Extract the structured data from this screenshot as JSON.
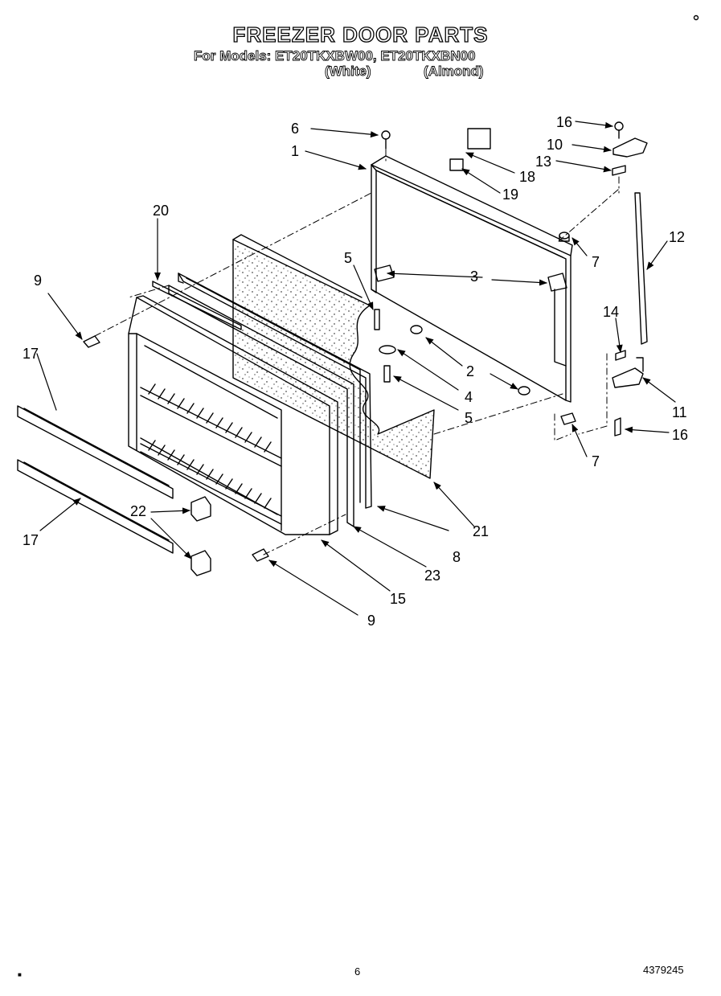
{
  "header": {
    "title": "FREEZER DOOR PARTS",
    "models_line": "For Models: ET20TKXBW00, ET20TKXBN00",
    "variant_white": "(White)",
    "variant_almond": "(Almond)"
  },
  "callouts": [
    "1",
    "2",
    "3",
    "4",
    "5",
    "5",
    "6",
    "7",
    "7",
    "8",
    "9",
    "9",
    "10",
    "11",
    "12",
    "13",
    "14",
    "15",
    "16",
    "16",
    "17",
    "17",
    "18",
    "19",
    "20",
    "21",
    "22",
    "23"
  ],
  "footer": {
    "page_number": "6",
    "doc_number": "4379245"
  }
}
